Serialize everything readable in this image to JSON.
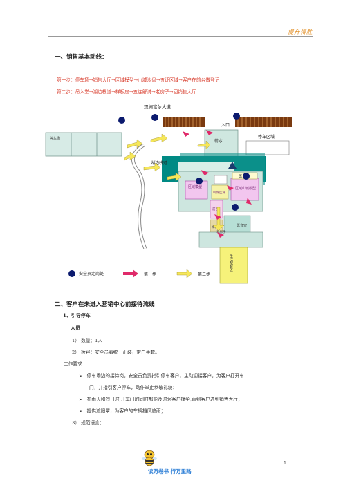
{
  "header": {
    "brand": "提升得胜"
  },
  "section1": {
    "title": "一、销售基本动线：",
    "step1": "第一步：停车场→销售大厅→区域模型→山城沙盘→五证区域→客户在前台做登记",
    "step2": "第二步：吊入堂→湖边栈道→样板房→五连解说→老房子→回销售大厅"
  },
  "diagram": {
    "road": "观澜富尔大道",
    "entrance": "入口",
    "parking_right": "停车区域",
    "parking_left": "停车场",
    "lake_path": "湖边栈道",
    "pond": "荷水",
    "region_model": "区域模型",
    "sandtable": "山城区域",
    "five_cert": "五证",
    "mountain_model": "区域山城模型",
    "front": "前台",
    "sample": "样板",
    "old_house": "老房子",
    "theater": "影音室",
    "living_zone": "生活配套区",
    "legend": {
      "guard": "安全员定岗处",
      "step1": "第一步",
      "step2": "第二步"
    }
  },
  "section2": {
    "title": "二、客户在未进入营销中心前接待流线",
    "sub1": "1、引导停车",
    "people_label": "人员",
    "item1": "1）  数量：1人",
    "item2": "2）  妆容：安全员着统一正装，带白手套。",
    "req_label": "工作要求",
    "bullets": [
      "停车场边的接待岗，安全员负责指引停车客户，主动迎接客户，为客户打开车",
      "门，并指引客户停车，动作举止恭敬礼貌；",
      "在雨天和烈日时,开车门的同时都能及时为客户撑伞,直到客户进到销售大厅；",
      "提供遮阳罩，为客户的车辆挡风遮雨；"
    ],
    "item3": "3）  规范语言："
  },
  "footer": {
    "slogan": "读万卷书  行万里路",
    "page": "1"
  }
}
